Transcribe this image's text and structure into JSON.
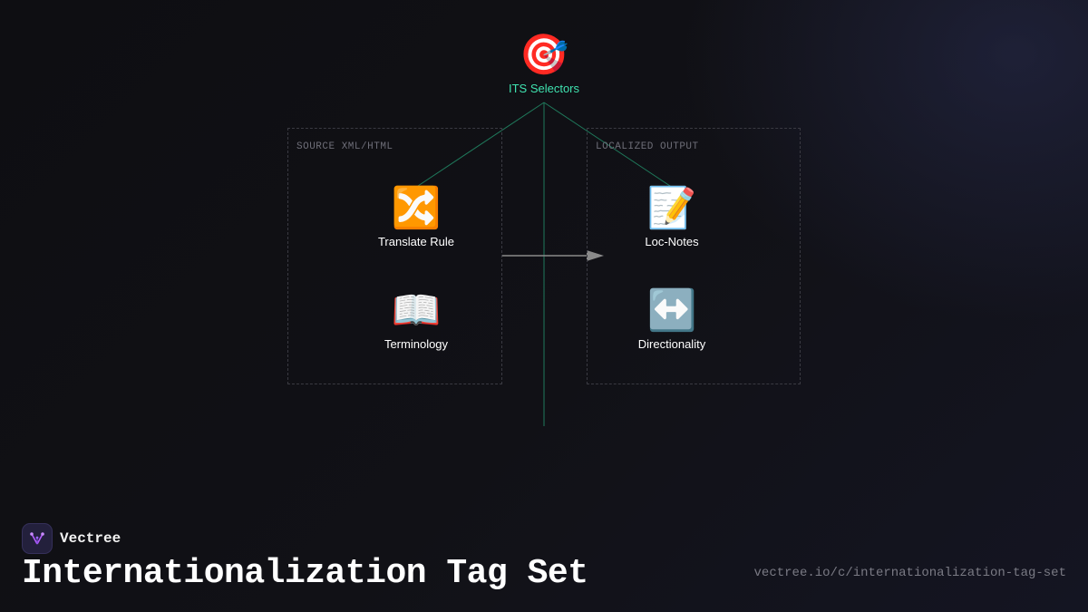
{
  "diagram": {
    "root": {
      "icon": "🎯",
      "icon_name": "dart-target-icon",
      "label": "ITS Selectors"
    },
    "groups": [
      {
        "label": "SOURCE XML/HTML",
        "nodes": [
          {
            "icon": "🔀",
            "icon_name": "shuffle-icon",
            "label": "Translate Rule"
          },
          {
            "icon": "📖",
            "icon_name": "open-book-icon",
            "label": "Terminology"
          }
        ]
      },
      {
        "label": "LOCALIZED OUTPUT",
        "nodes": [
          {
            "icon": "📝",
            "icon_name": "memo-icon",
            "label": "Loc-Notes"
          },
          {
            "icon": "↔️",
            "icon_name": "left-right-arrow-icon",
            "label": "Directionality"
          }
        ]
      }
    ]
  },
  "footer": {
    "brand_name": "Vectree",
    "title": "Internationalization Tag Set",
    "url": "vectree.io/c/internationalization-tag-set"
  },
  "colors": {
    "accent": "#3fe3b0",
    "background": "#0f0f13",
    "connector": "#1f7a5c",
    "arrow": "#8a8a8a",
    "brand_purple": "#b45cff"
  }
}
